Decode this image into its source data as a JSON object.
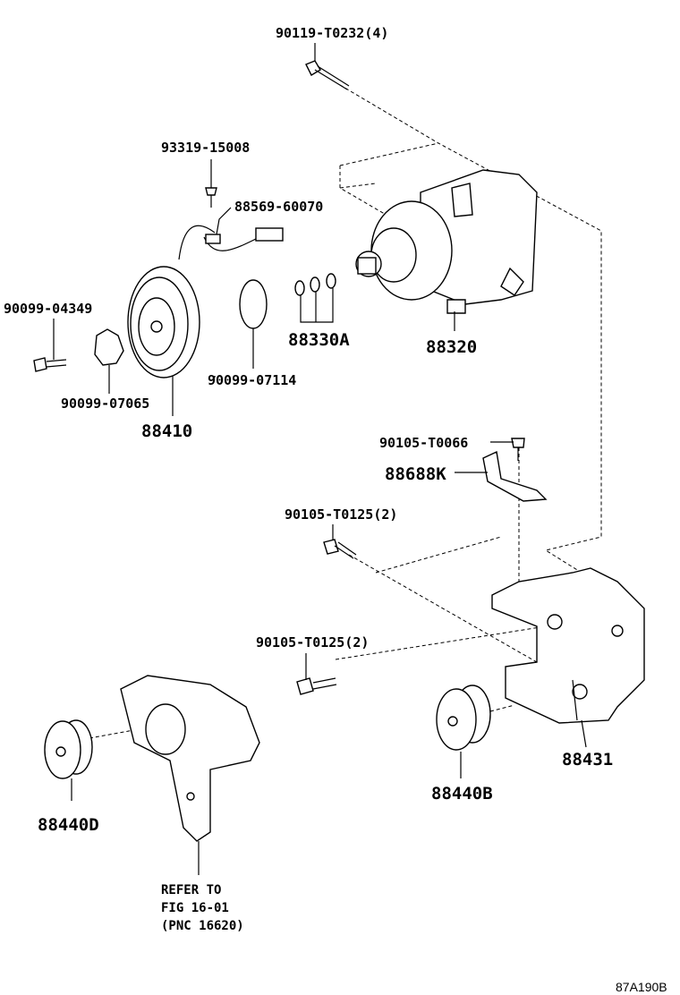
{
  "labels": {
    "bolt_top": "90119-T0232(4)",
    "screw": "93319-15008",
    "wire": "88569-60070",
    "bolt_left": "90099-04349",
    "shims": "88330A",
    "compressor": "88320",
    "snap_ring": "90099-07114",
    "washer": "90099-07065",
    "clutch": "88410",
    "bolt_bracket": "90105-T0066",
    "bracket_small": "88688K",
    "bolt_t0125_a": "90105-T0125(2)",
    "bolt_t0125_b": "90105-T0125(2)",
    "bracket_main": "88431",
    "idler_b": "88440B",
    "idler_d": "88440D"
  },
  "reference": {
    "line1": "REFER TO",
    "line2": "FIG 16-01",
    "line3": "(PNC 16620)"
  },
  "figure_code": "87A190B"
}
